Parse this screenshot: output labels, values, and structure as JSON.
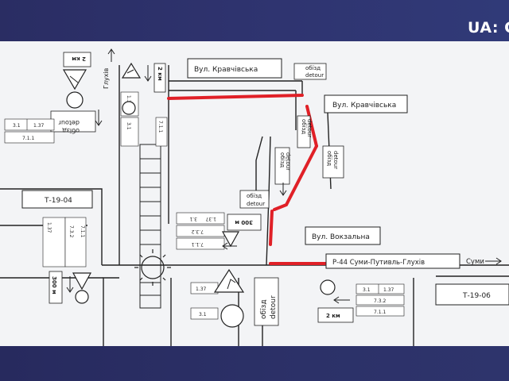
{
  "broadcaster": {
    "logo_text": "UA: C"
  },
  "map": {
    "streets": {
      "kravchivska_top": "Вул. Кравчівська",
      "kravchivska_right": "Вул. Кравчівська",
      "vokzalna": "Вул. Вокзальна",
      "highway": "Р-44 Суми-Путивль-Глухів"
    },
    "destinations": {
      "hlukhiv": "Глухів",
      "sumy": "Суми"
    },
    "road_codes": {
      "t1904": "Т-19-04",
      "t1906": "Т-19-06"
    },
    "detour": {
      "line1": "обїзд",
      "line2": "detour"
    },
    "distances": {
      "km2": "2 км",
      "m300": "300 м"
    },
    "sign_codes": {
      "s31": "3.1",
      "s137": "1.37",
      "s711": "7.1.1",
      "s732": "7.3.2"
    },
    "colors": {
      "detour_route": "#e02027",
      "map_ink": "#222222",
      "background": "#f3f4f6"
    }
  }
}
